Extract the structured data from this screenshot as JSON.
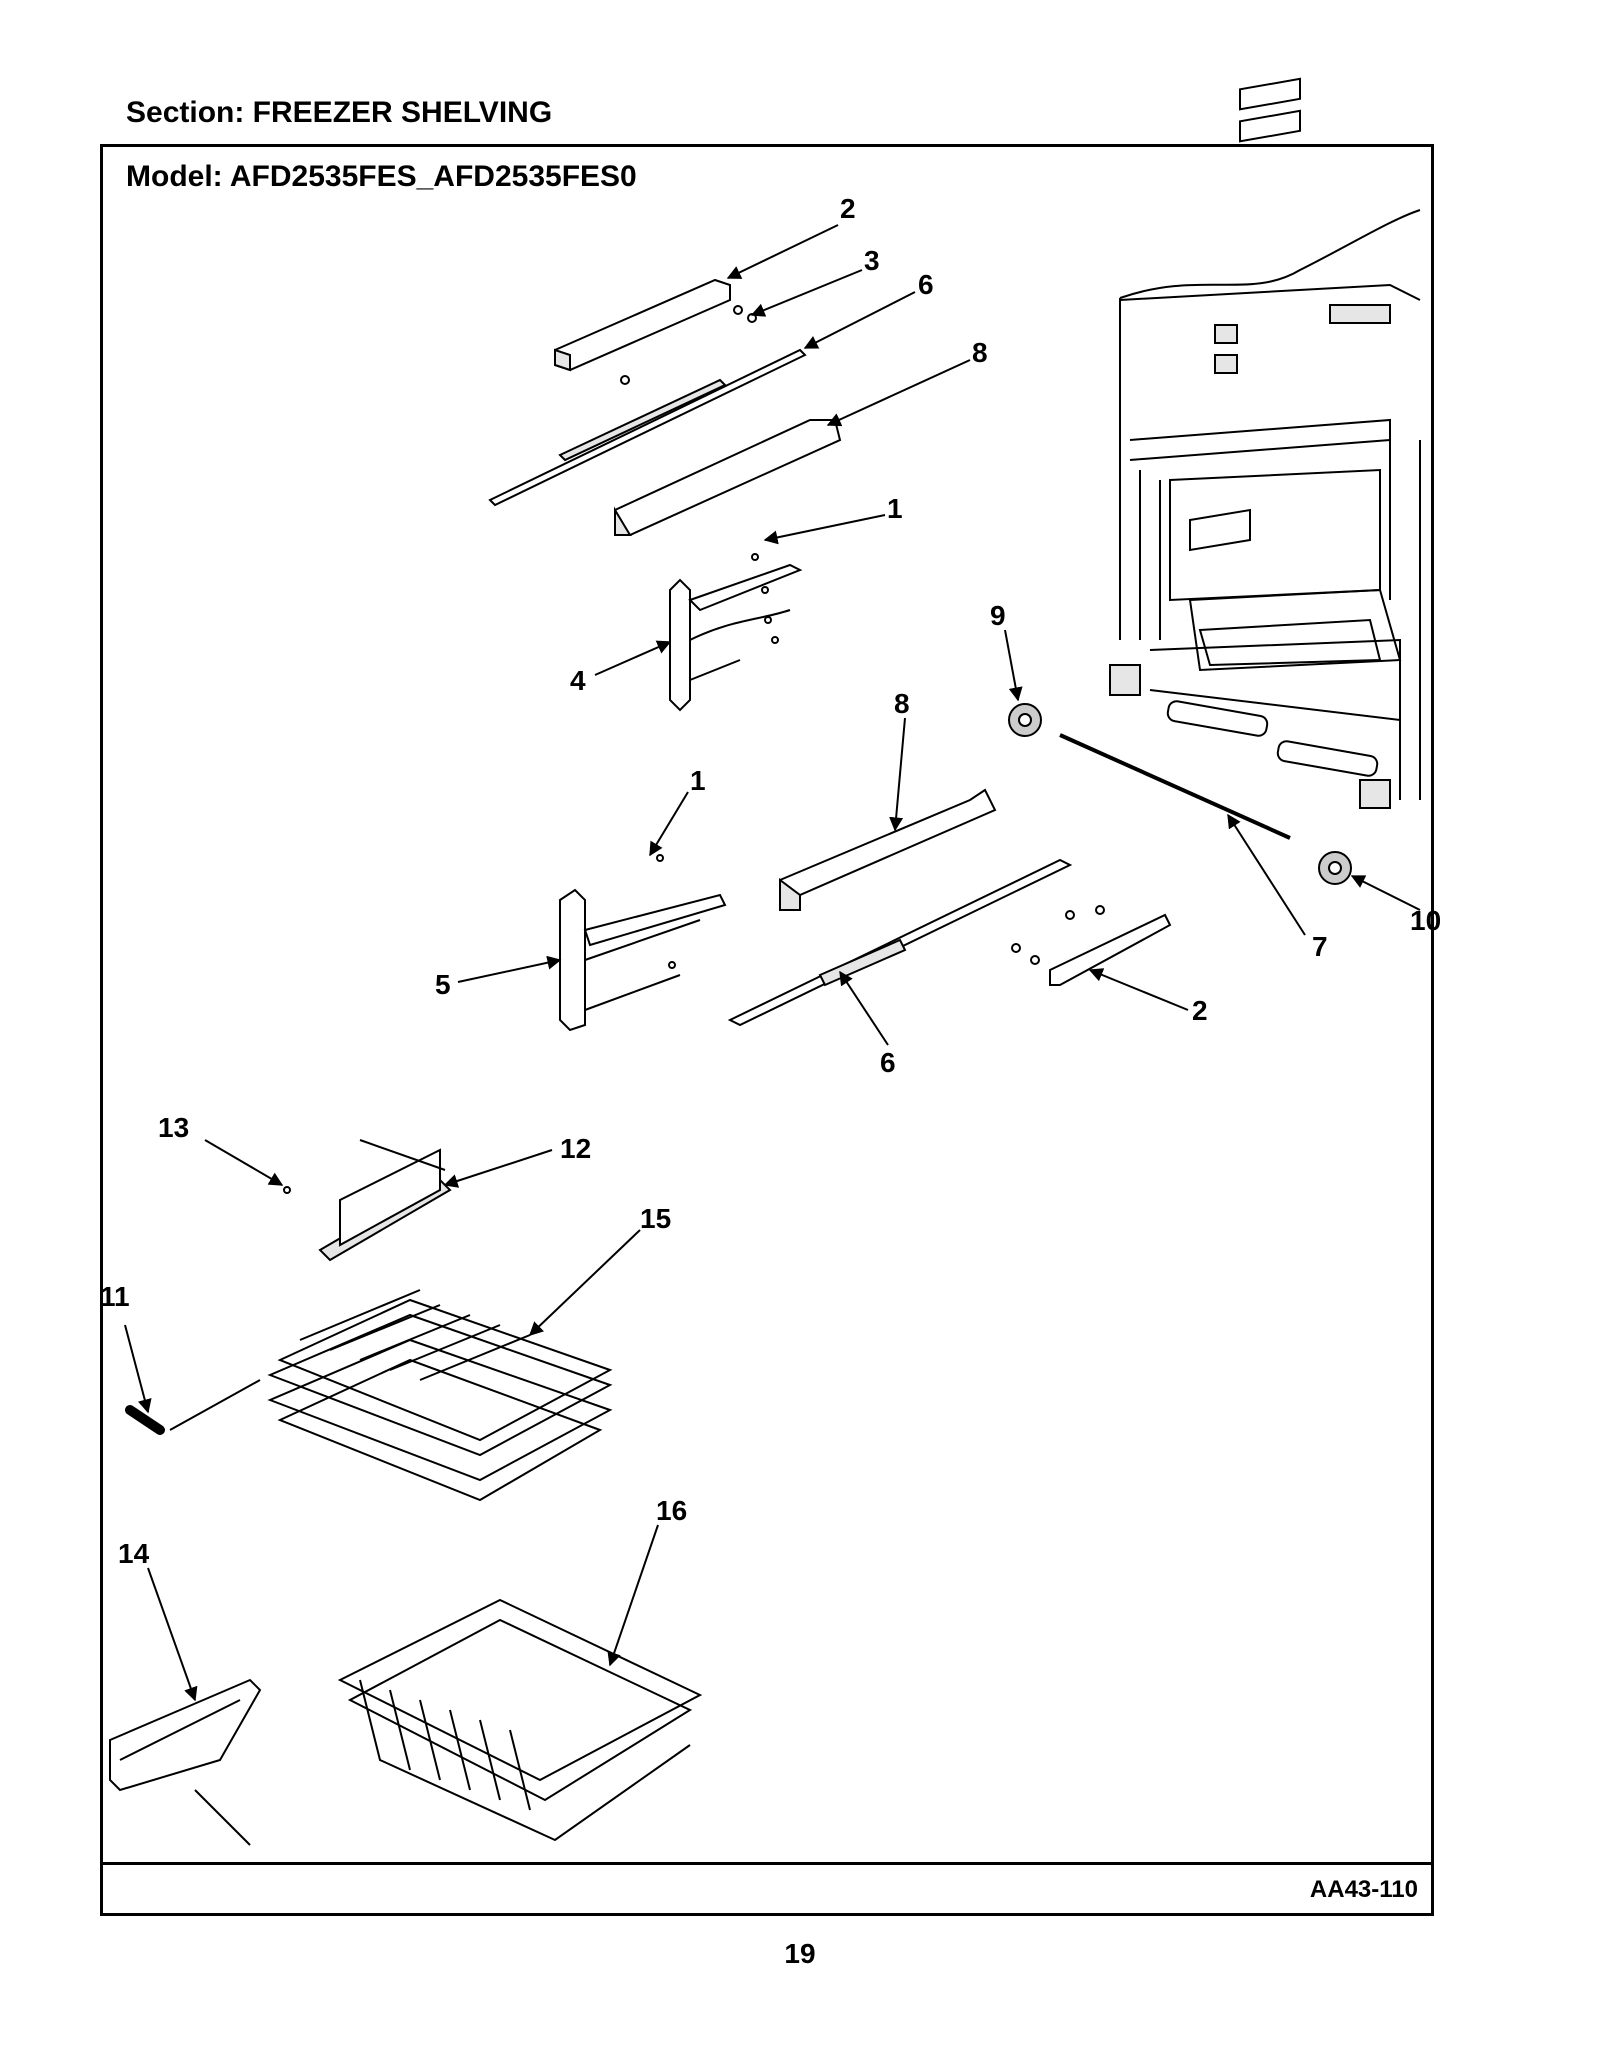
{
  "header": {
    "section_title": "Section:  FREEZER SHELVING",
    "model_title": "Model:  AFD2535FES_AFD2535FES0"
  },
  "callouts": {
    "c2_top": "2",
    "c3": "3",
    "c6_top": "6",
    "c8_top": "8",
    "c1_top": "1",
    "c4": "4",
    "c9": "9",
    "c8_mid": "8",
    "c1_mid": "1",
    "c5": "5",
    "c6_bottom": "6",
    "c2_bottom": "2",
    "c7": "7",
    "c10": "10",
    "c13": "13",
    "c12": "12",
    "c15": "15",
    "c11": "11",
    "c16": "16",
    "c14": "14"
  },
  "footer": {
    "figure_code": "AA43-110",
    "page_number": "19"
  },
  "colors": {
    "line": "#000000",
    "part_fill": "#ffffff",
    "light_fill": "#e6e6e6"
  }
}
